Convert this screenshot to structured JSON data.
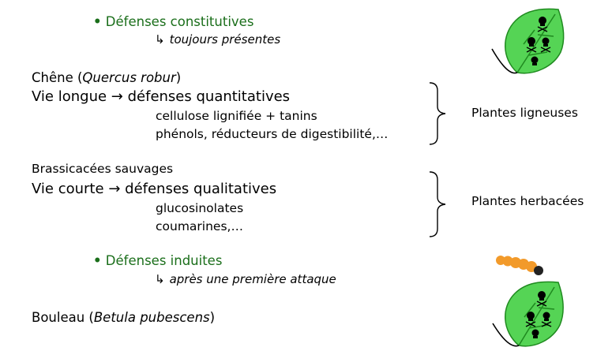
{
  "constitutive": {
    "bullet": "•",
    "title": "Défenses constitutives",
    "hook_icon": "↳",
    "note": "toujours présentes"
  },
  "oak": {
    "name_prefix": "Chêne (",
    "latin": "Quercus robur",
    "name_suffix": ")",
    "life": "Vie longue",
    "arrow": "→",
    "defense": "défenses quantitatives",
    "item1": "cellulose lignifiée + tanins",
    "item2": "phénols, réducteurs de digestibilité,…",
    "group_label": "Plantes ligneuses"
  },
  "brassica": {
    "name": "Brassicacées sauvages",
    "life": "Vie courte",
    "arrow": "→",
    "defense": "défenses qualitatives",
    "item1": "glucosinolates",
    "item2": "coumarines,…",
    "group_label": "Plantes herbacées"
  },
  "induced": {
    "bullet": "•",
    "title": "Défenses induites",
    "hook_icon": "↳",
    "note": "après une première attaque"
  },
  "birch": {
    "name_prefix": "Bouleau (",
    "latin": "Betula pubescens",
    "name_suffix": ")"
  },
  "colors": {
    "heading_green": "#1a6e1a",
    "leaf_fill": "#55d455",
    "leaf_dark": "#1f8a1f",
    "caterpillar": "#f29a2a"
  },
  "icons": [
    "leaf-skull-icon",
    "leaf-caterpillar-skull-icon"
  ]
}
